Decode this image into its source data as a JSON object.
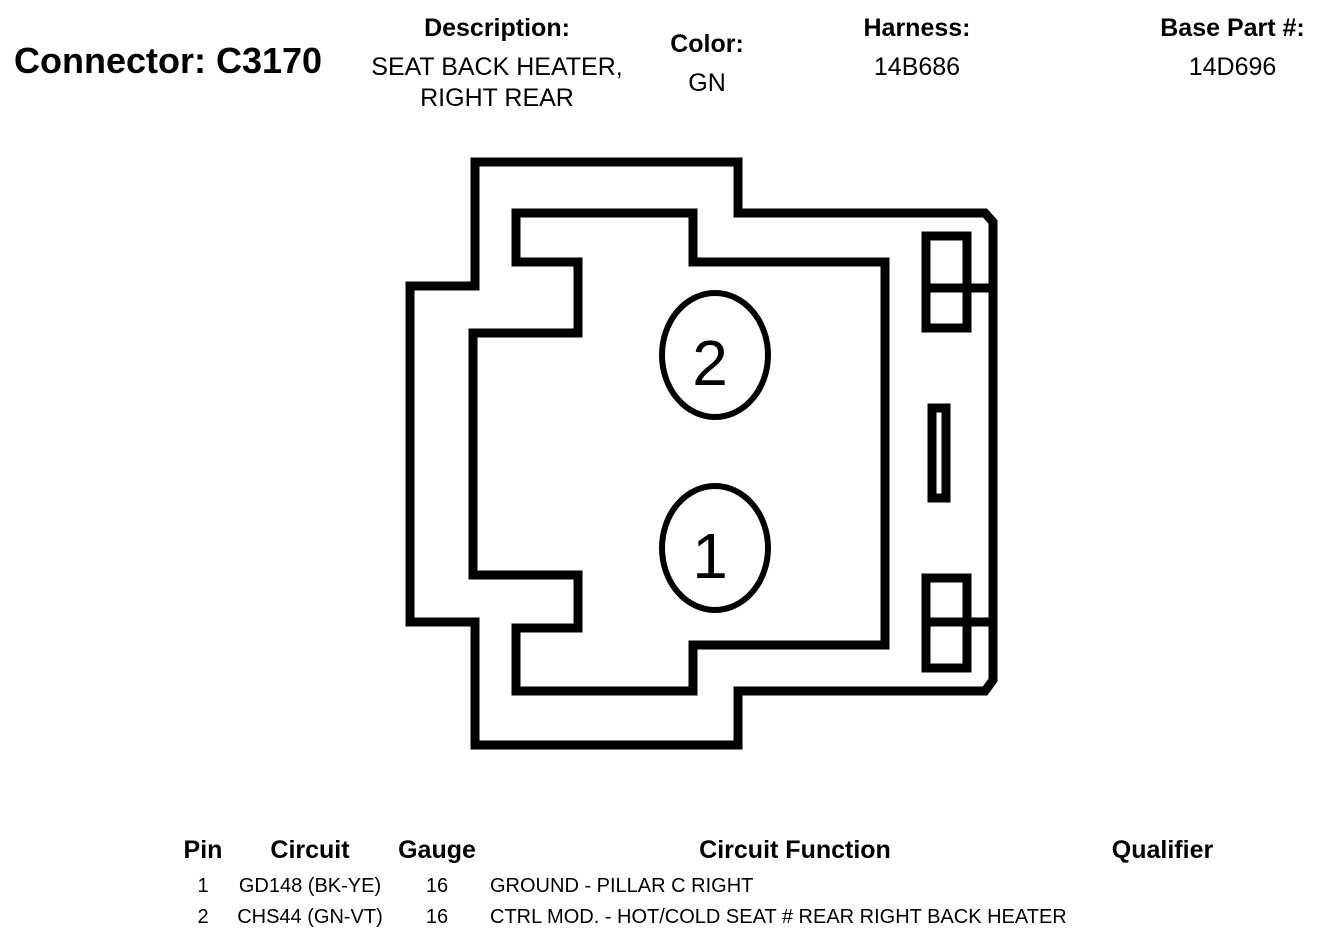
{
  "connector": {
    "title": "Connector: C3170",
    "description_label": "Description:",
    "description_line1": "SEAT BACK HEATER,",
    "description_line2": "RIGHT REAR",
    "color_label": "Color:",
    "color_value": "GN",
    "harness_label": "Harness:",
    "harness_value": "14B686",
    "base_part_label": "Base Part #:",
    "base_part_value": "14D696"
  },
  "diagram": {
    "pin_labels": [
      "2",
      "1"
    ]
  },
  "table": {
    "headers": {
      "pin": "Pin",
      "circuit": "Circuit",
      "gauge": "Gauge",
      "function": "Circuit Function",
      "qualifier": "Qualifier"
    },
    "rows": [
      {
        "pin": "1",
        "circuit": "GD148 (BK-YE)",
        "gauge": "16",
        "function": "GROUND - PILLAR C RIGHT",
        "qualifier": ""
      },
      {
        "pin": "2",
        "circuit": "CHS44 (GN-VT)",
        "gauge": "16",
        "function": "CTRL MOD. - HOT/COLD SEAT # REAR RIGHT BACK HEATER",
        "qualifier": ""
      }
    ]
  }
}
